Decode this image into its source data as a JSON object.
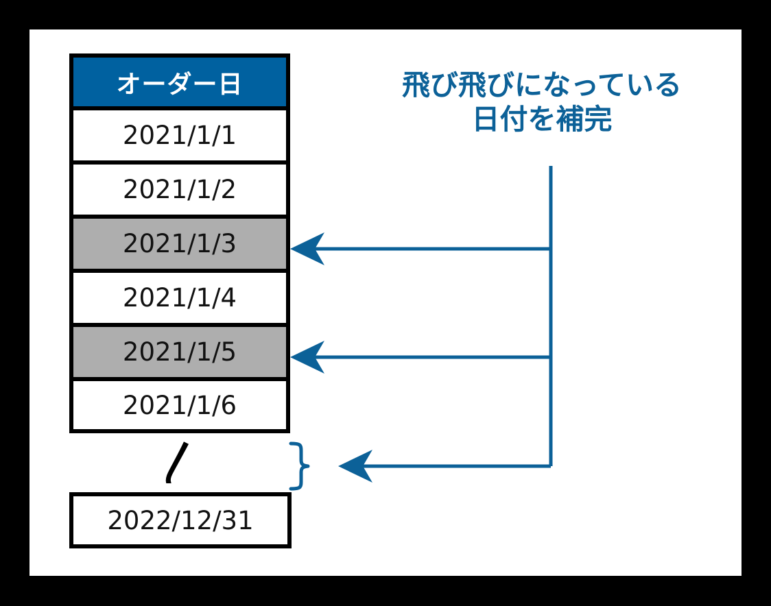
{
  "canvas": {
    "background_color": "#FFFFFF",
    "frame_color": "#000000"
  },
  "palette": {
    "accent_blue": "#0061A0",
    "annotation_blue": "#0C6198",
    "shaded_row_gray": "#AEAEAE",
    "border_black": "#000000",
    "text_black": "#111111",
    "header_text": "#FFFFFF"
  },
  "table": {
    "header": "オーダー日",
    "rows": [
      {
        "value": "2021/1/1",
        "shaded": false
      },
      {
        "value": "2021/1/2",
        "shaded": false
      },
      {
        "value": "2021/1/3",
        "shaded": true
      },
      {
        "value": "2021/1/4",
        "shaded": false
      },
      {
        "value": "2021/1/5",
        "shaded": true
      },
      {
        "value": "2021/1/6",
        "shaded": false
      }
    ],
    "break_mark": "〳",
    "last_row": "2022/12/31"
  },
  "annotation": {
    "line1": "飛び飛びになっている",
    "line2": "日付を補完",
    "color": "#0C6198"
  },
  "connectors": {
    "color": "#0C6198",
    "targets": [
      "2021/1/3",
      "2021/1/5",
      "break-brace"
    ],
    "brace_glyph": "}"
  }
}
